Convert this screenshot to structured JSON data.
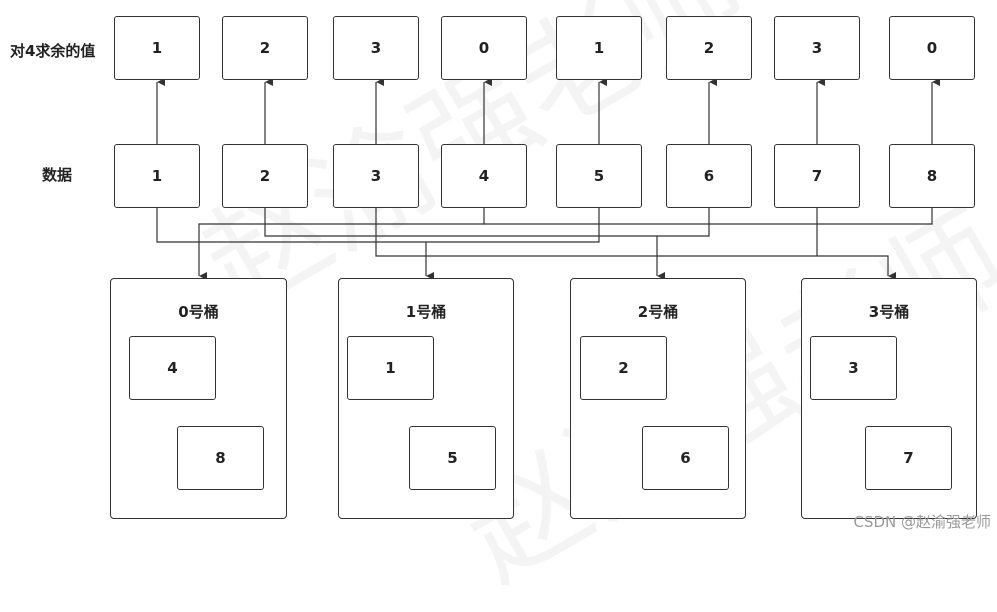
{
  "labels": {
    "remainder": "对4求余的值",
    "data": "数据"
  },
  "remainders": [
    "1",
    "2",
    "3",
    "0",
    "1",
    "2",
    "3",
    "0"
  ],
  "data_values": [
    "1",
    "2",
    "3",
    "4",
    "5",
    "6",
    "7",
    "8"
  ],
  "buckets": [
    {
      "title": "0号桶",
      "items": [
        "4",
        "8"
      ]
    },
    {
      "title": "1号桶",
      "items": [
        "1",
        "5"
      ]
    },
    {
      "title": "2号桶",
      "items": [
        "2",
        "6"
      ]
    },
    {
      "title": "3号桶",
      "items": [
        "3",
        "7"
      ]
    }
  ],
  "watermark": "CSDN @赵渝强老师"
}
